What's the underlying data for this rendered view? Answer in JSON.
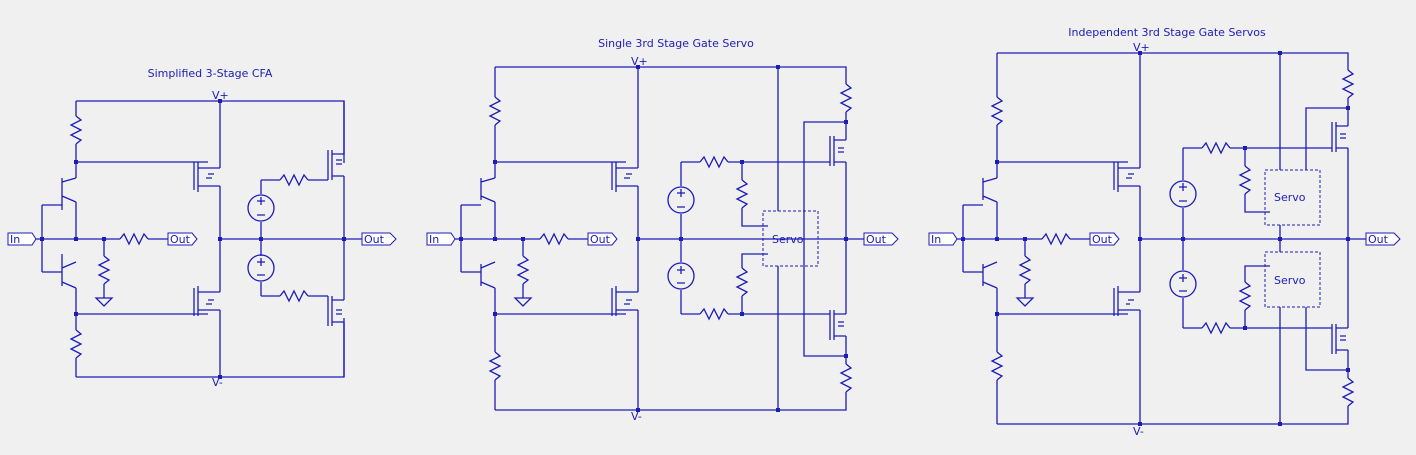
{
  "schematics": [
    {
      "title": "Simplified 3-Stage CFA",
      "vplus": "V+",
      "vminus": "V-",
      "input": "In",
      "outputs": [
        "Out",
        "Out"
      ],
      "servos": []
    },
    {
      "title": "Single 3rd Stage Gate Servo",
      "vplus": "V+",
      "vminus": "V-",
      "input": "In",
      "outputs": [
        "Out",
        "Out"
      ],
      "servos": [
        "Servo"
      ]
    },
    {
      "title": "Independent 3rd Stage Gate Servos",
      "vplus": "V+",
      "vminus": "V-",
      "input": "In",
      "outputs": [
        "Out",
        "Out"
      ],
      "servos": [
        "Servo",
        "Servo"
      ]
    }
  ],
  "colors": {
    "wire": "#1c1cb8",
    "background": "#f0f0f0"
  }
}
